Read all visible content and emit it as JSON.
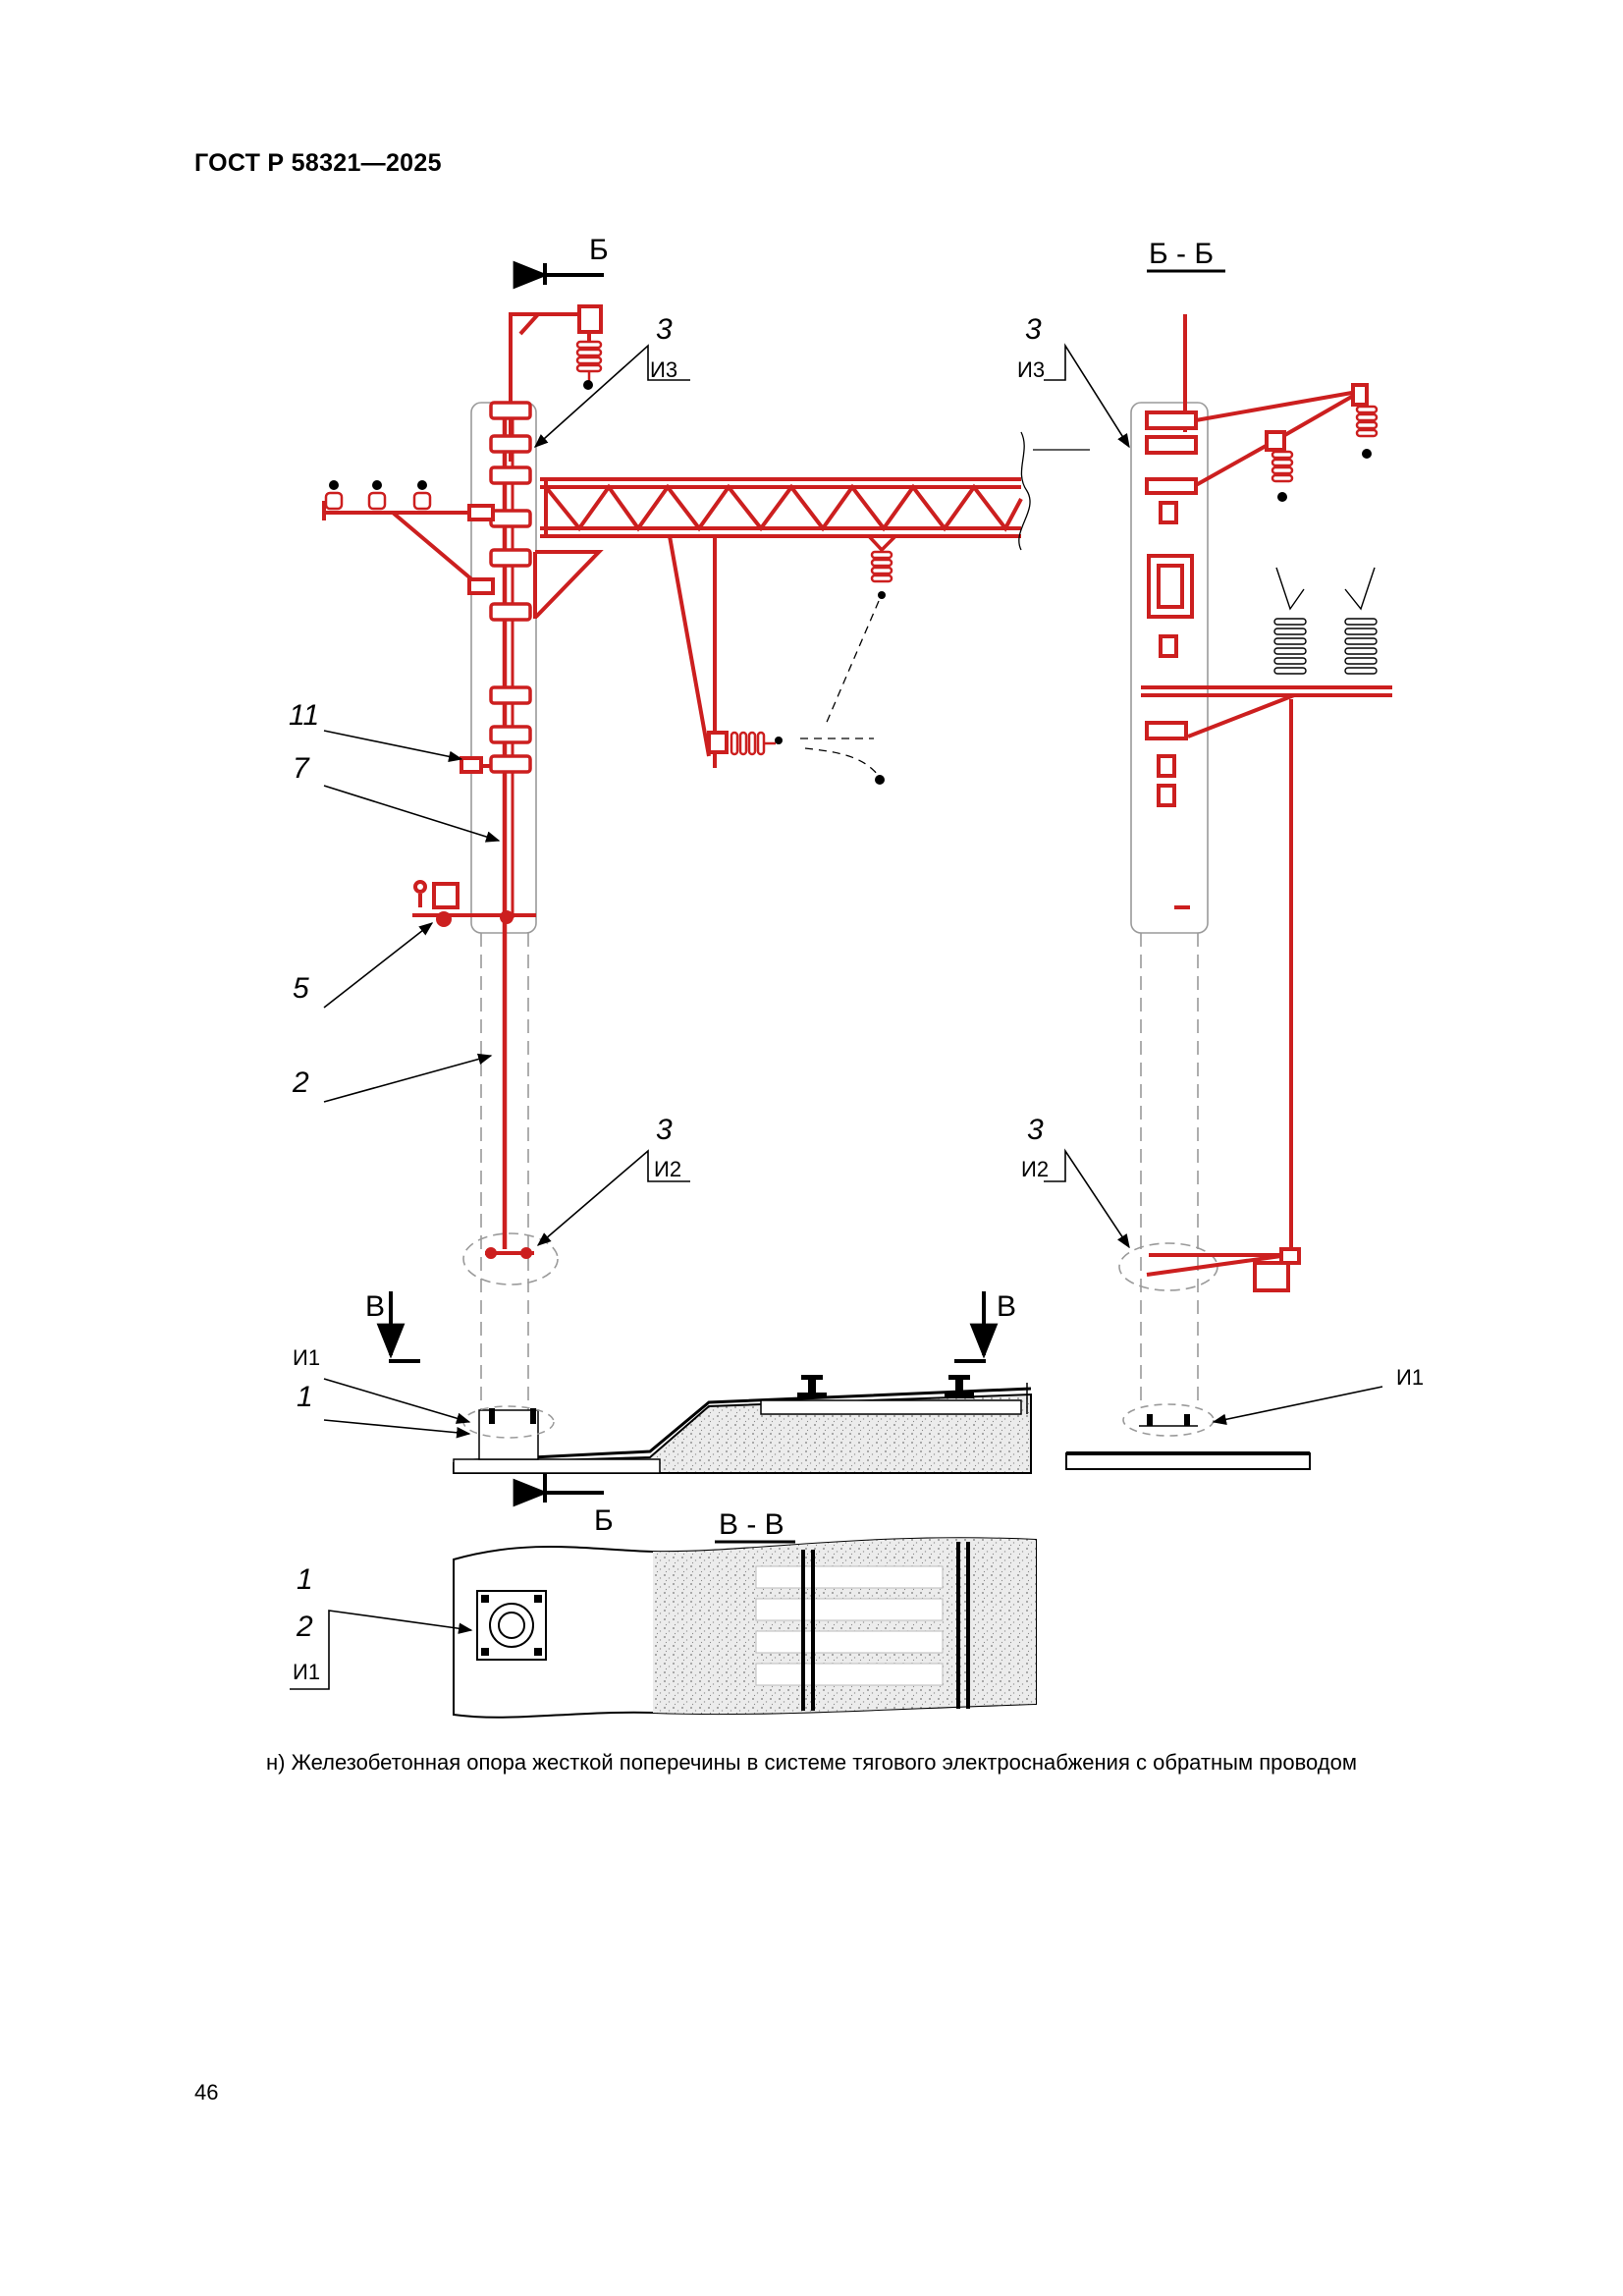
{
  "header": {
    "standard": "ГОСТ Р 58321—2025"
  },
  "caption": "н) Железобетонная опора жесткой поперечины в системе тягового электроснабжения с обратным проводом",
  "page_number": "46",
  "section_labels": {
    "b": "Б",
    "bb": "Б - Б",
    "v": "В",
    "vv": "В - В"
  },
  "callouts": {
    "n3": "3",
    "n11": "11",
    "n7": "7",
    "n5": "5",
    "n2": "2",
    "n1": "1",
    "i3": "И3",
    "i2": "И2",
    "i1": "И1"
  },
  "colors": {
    "equipment": "#cc1f1f",
    "lines": "#000000",
    "pole_outline": "#9a9a9a",
    "ballast": "#d8d8d8"
  }
}
